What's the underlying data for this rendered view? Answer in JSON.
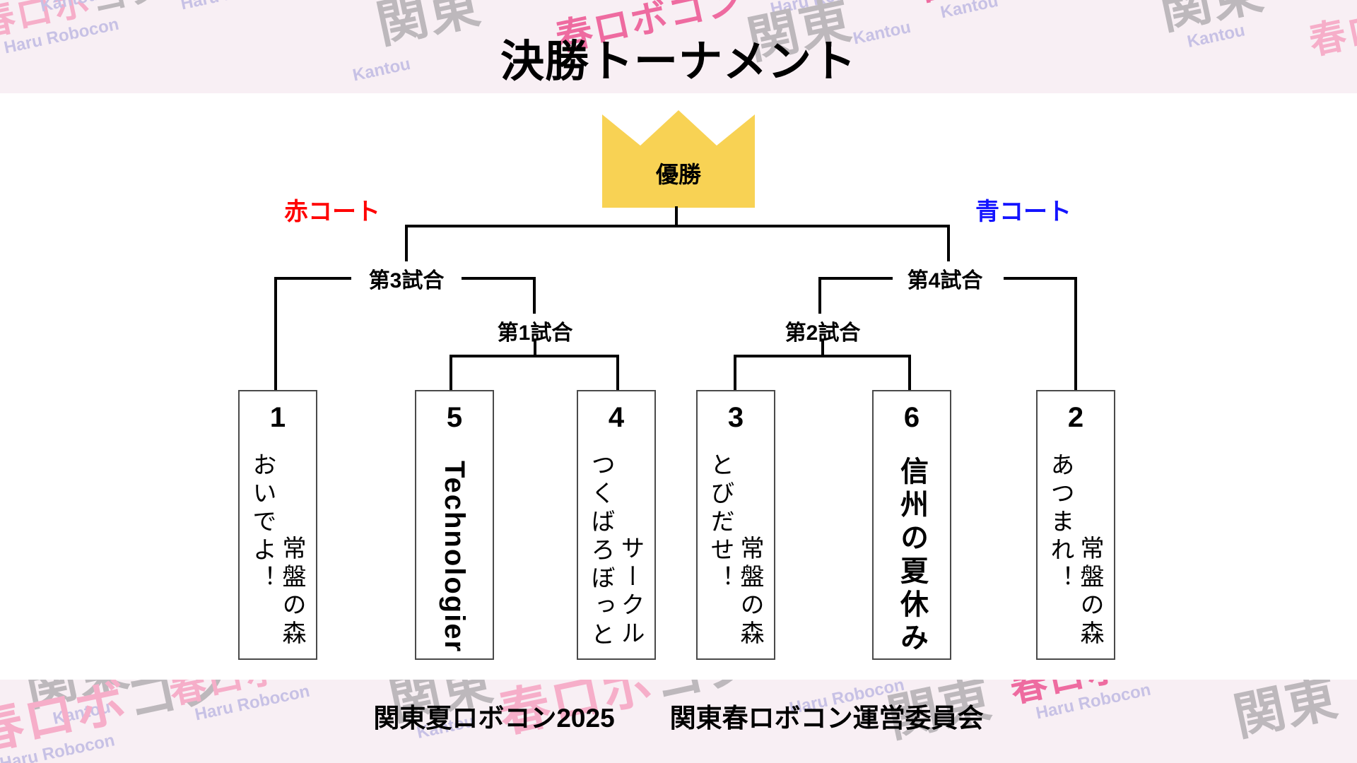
{
  "title": "決勝トーナメント",
  "champion_label": "優勝",
  "courts": {
    "red": "赤コート",
    "blue": "青コート"
  },
  "matches": [
    {
      "label": "第1試合"
    },
    {
      "label": "第2試合"
    },
    {
      "label": "第3試合"
    },
    {
      "label": "第4試合"
    }
  ],
  "teams": [
    {
      "seed": "1",
      "name": "おいでよ！常盤の森",
      "lines": [
        "おいでよ！",
        "常盤の森"
      ]
    },
    {
      "seed": "5",
      "name": "Technologier",
      "lines": [
        "Technologier"
      ]
    },
    {
      "seed": "4",
      "name": "つくばろぼっとサークル",
      "lines": [
        "つくばろぼっと",
        "サークル"
      ]
    },
    {
      "seed": "3",
      "name": "とびだせ！常盤の森",
      "lines": [
        "とびだせ！",
        "常盤の森"
      ]
    },
    {
      "seed": "6",
      "name": "信州の夏休み",
      "lines": [
        "信州の夏休み"
      ]
    },
    {
      "seed": "2",
      "name": "あつまれ！常盤の森",
      "lines": [
        "あつまれ！",
        "常盤の森"
      ]
    }
  ],
  "footer": {
    "event": "関東夏ロボコン2025",
    "organizer": "関東春ロボコン運営委員会"
  },
  "watermarks": {
    "kanto": "関東",
    "kanto_latin": "Kantou",
    "haru_main": "春ロボ",
    "haru_suffix": "コン",
    "haru_latin": "Haru Robocon"
  },
  "colors": {
    "crown_gold": "#f8d254",
    "red_court": "#ff0000",
    "blue_court": "#1414ff",
    "watermark_pink": "#f6aec9",
    "watermark_gray": "#bdb8bc",
    "watermark_lavender": "#c7c1e5",
    "watermark_bright_pink": "#ee6ba0",
    "band_pink": "#f8eff4"
  }
}
